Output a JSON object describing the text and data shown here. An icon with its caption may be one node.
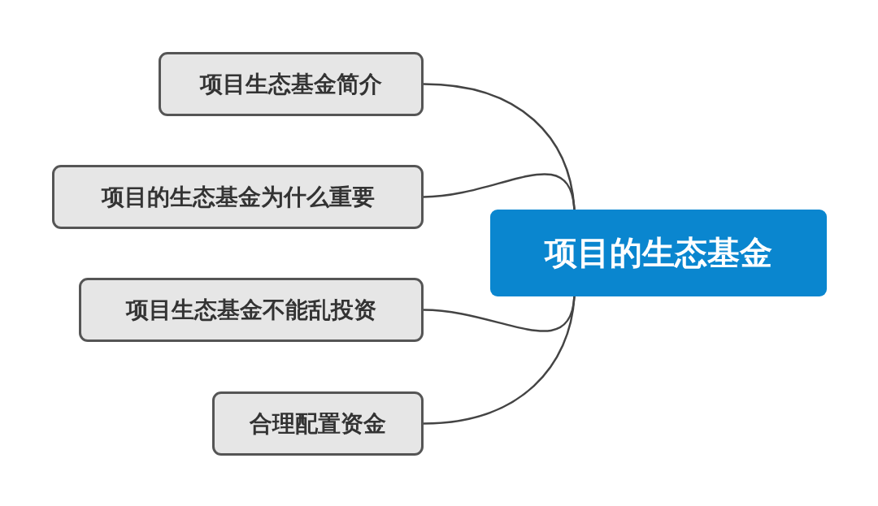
{
  "diagram": {
    "nodes": [
      {
        "text": [
          "项目的生态基金"
        ]
      },
      {
        "text": [
          "项目生态基金简介"
        ]
      },
      {
        "text": [
          "项目的生态基金为什么重要"
        ]
      },
      {
        "text": [
          "项目生态基金不能乱投资"
        ]
      },
      {
        "text": [
          "合理配置资金"
        ]
      }
    ],
    "edges": [
      {
        "from": 0,
        "to": 1,
        "arrow": "none"
      },
      {
        "from": 0,
        "to": 2,
        "arrow": "none"
      },
      {
        "from": 0,
        "to": 3,
        "arrow": "none"
      },
      {
        "from": 0,
        "to": 4,
        "arrow": "none"
      }
    ]
  }
}
